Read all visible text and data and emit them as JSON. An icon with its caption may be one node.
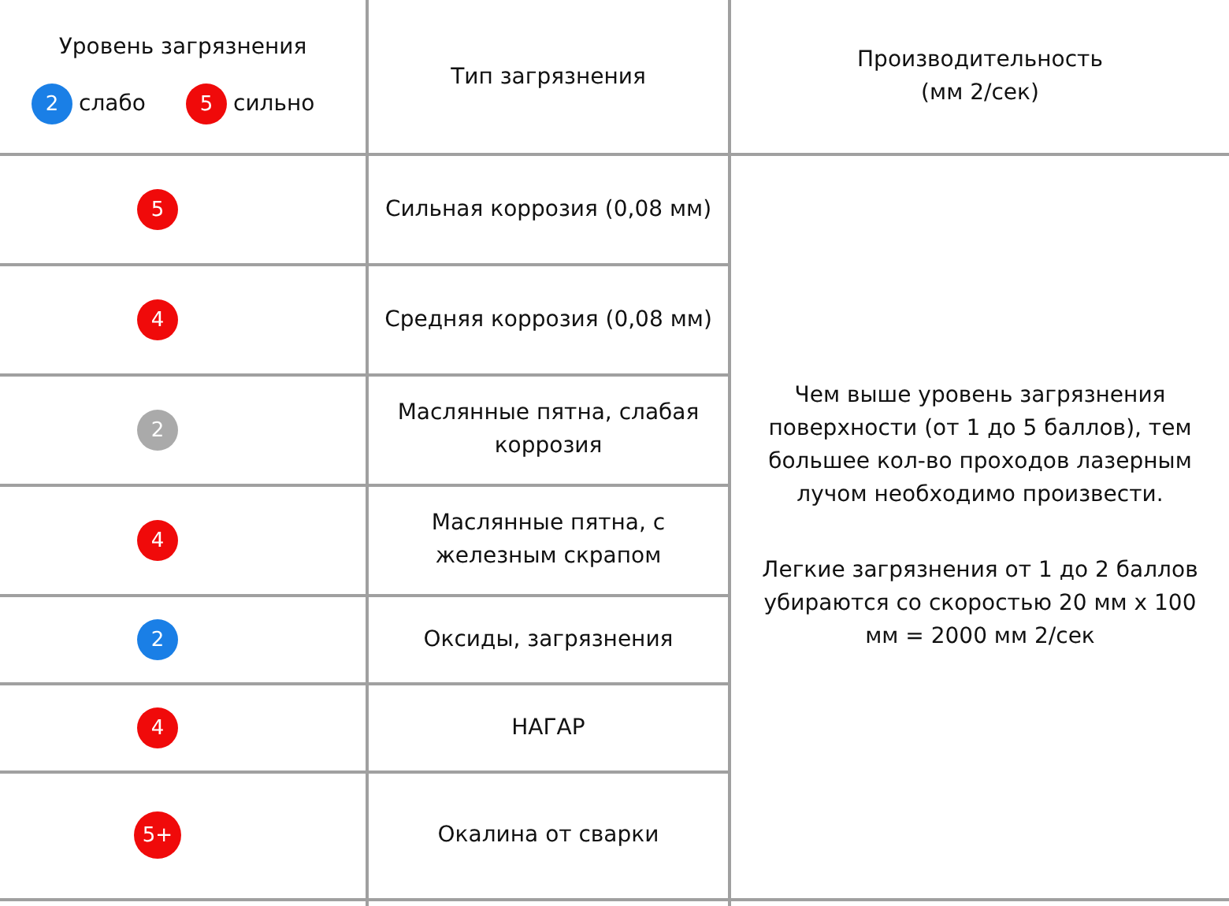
{
  "diagram": {
    "labels": [
      "Уровень загрязнения",
      "2",
      "5",
      "Тип загрязнения",
      "Производительность (мм 2/сек)",
      "5",
      "Сильная коррозия (0,08 мм)",
      "Чем выше уровень загрязнения поверхности (от 1 до 5 баллов), тем большее кол-во проходов лазерным лучом необходимо произвести.",
      "Легкие загрязнения от 1 до 2 баллов убираются со скоростью 20 мм х 100 мм = 2000 мм 2/сек",
      "4",
      "Средняя коррозия (0,08 мм)",
      "2",
      "Маслянные пятна, слабая коррозия",
      "4",
      "Маслянные пятна, с железным скрапом",
      "2",
      "Оксиды, загрязнения",
      "4",
      "НАГАР",
      "5+",
      "Окалина от сварки"
    ],
    "legend": [
      {
        "text": "слабо",
        "color": "#1a7fe6"
      },
      {
        "text": "сильно",
        "color": "#f00a0a"
      }
    ]
  }
}
